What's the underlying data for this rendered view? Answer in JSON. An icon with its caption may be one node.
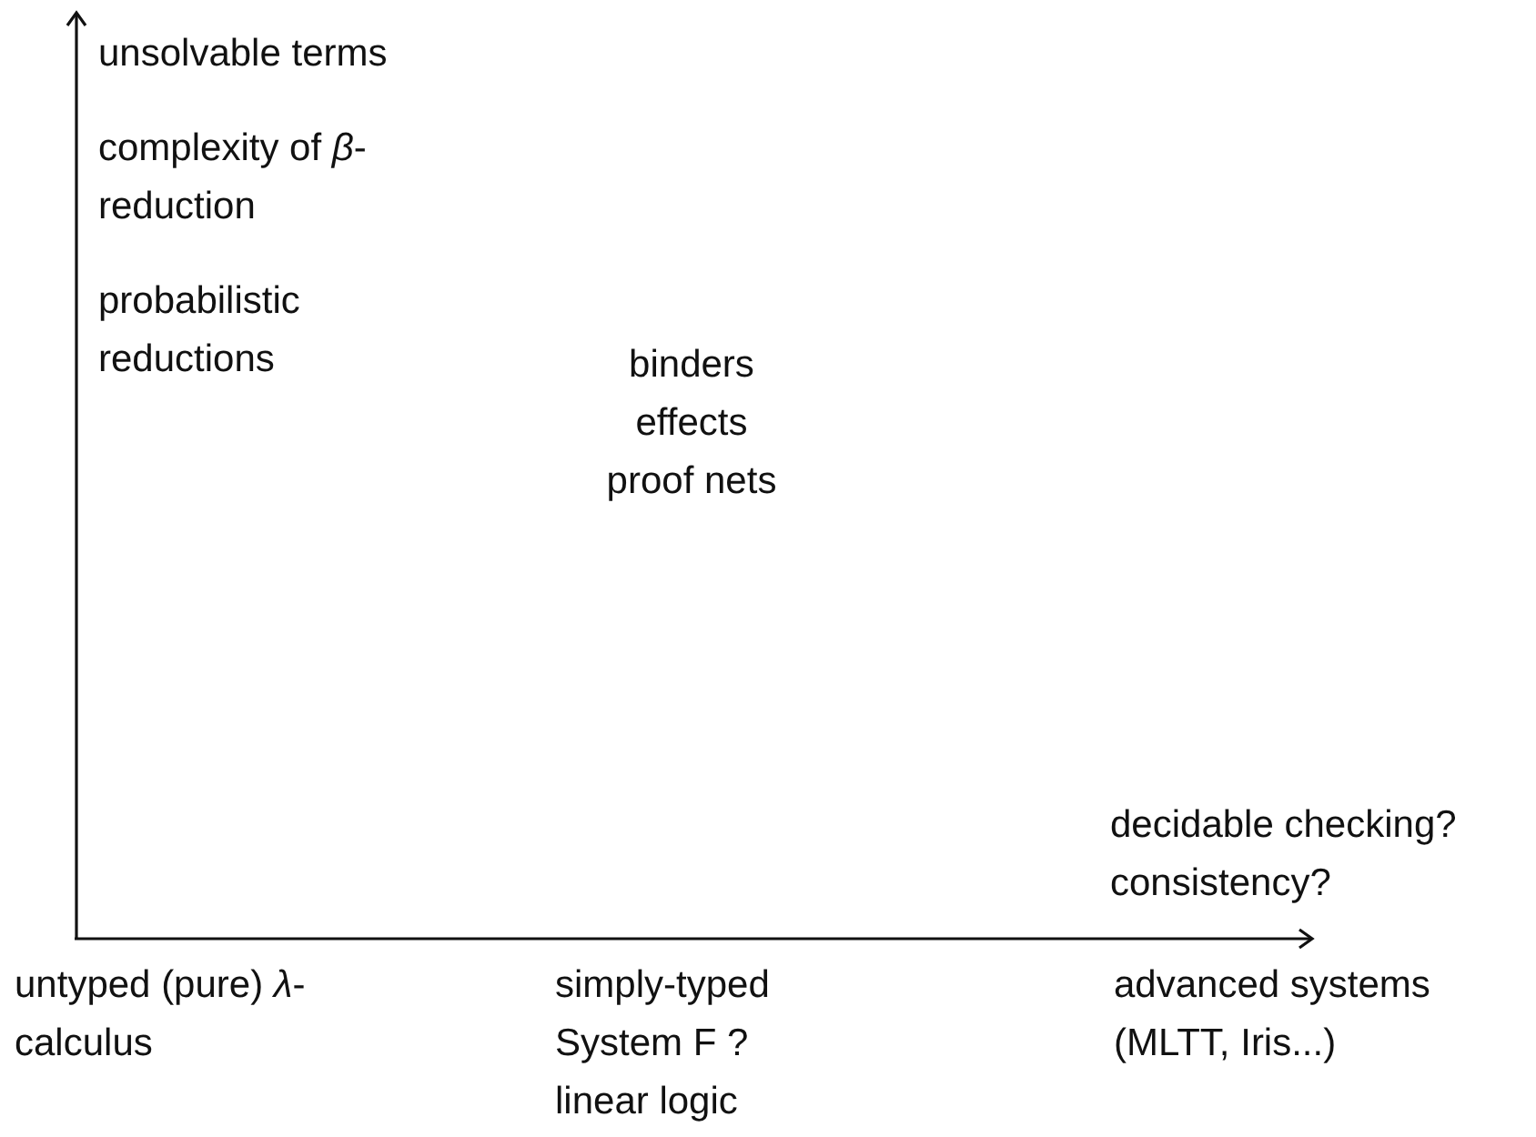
{
  "diagram": {
    "labels": [
      "unsolvable terms",
      "complexity of *β*-reduction",
      "probabilistic reductions",
      "binders",
      "effects",
      "proof nets",
      "decidable checking?",
      "consistency?",
      "untyped (pure) *λ*-calculus",
      "simply-typed",
      "System F ?",
      "linear logic",
      "advanced systems (MLTT, Iris...)"
    ]
  }
}
